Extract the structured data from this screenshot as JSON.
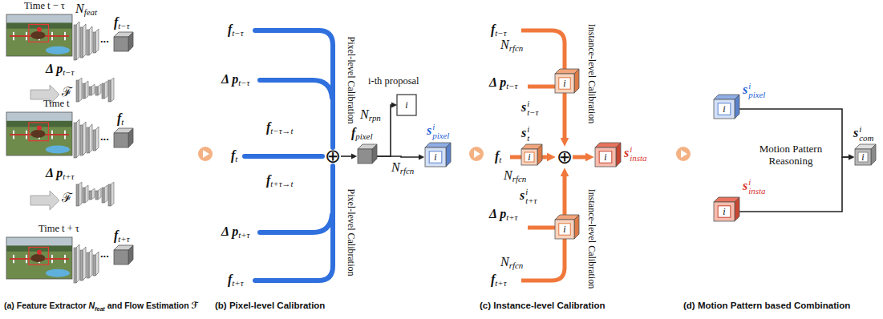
{
  "diagram": {
    "nodes": [
      {
        "text": [
          "Time t − τ"
        ]
      },
      {
        "text": [
          "Nfeat"
        ]
      },
      {
        "text": [
          "ft−τ"
        ]
      },
      {
        "text": [
          "Δ pt−τ"
        ]
      },
      {
        "text": [
          "Time t"
        ]
      },
      {
        "text": [
          "ft"
        ]
      },
      {
        "text": [
          "Δ pt+τ"
        ]
      },
      {
        "text": [
          "Time t + τ"
        ]
      },
      {
        "text": [
          "ft+τ"
        ]
      },
      {
        "text": [
          "⊕"
        ]
      },
      {
        "text": [
          "fpixel"
        ]
      },
      {
        "text": [
          "i-th proposal",
          "i"
        ]
      },
      {
        "text": [
          "sipixel",
          "i"
        ]
      },
      {
        "text": [
          "i",
          "sit−τ"
        ]
      },
      {
        "text": [
          "sit",
          "i"
        ]
      },
      {
        "text": [
          "⊕"
        ]
      },
      {
        "text": [
          "i",
          "siinsta"
        ]
      },
      {
        "text": [
          "sit+τ",
          "i"
        ]
      },
      {
        "text": [
          "sipixel",
          "i"
        ]
      },
      {
        "text": [
          "siinsta",
          "i"
        ]
      },
      {
        "text": [
          "sicom",
          "i"
        ]
      }
    ],
    "edges": [
      {
        "from": 9,
        "to": 10,
        "arrow": "to"
      },
      {
        "from": 10,
        "to": 11,
        "label": "Nrpn",
        "arrow": "to"
      },
      {
        "from": 10,
        "to": 12,
        "label": "Nrfcn",
        "arrow": "to"
      },
      {
        "from": 13,
        "to": 15,
        "arrow": "to"
      },
      {
        "from": 14,
        "to": 15,
        "arrow": "to"
      },
      {
        "from": 17,
        "to": 15,
        "arrow": "to"
      },
      {
        "from": 15,
        "to": 16,
        "arrow": "to"
      },
      {
        "from": 18,
        "to": 20,
        "arrow": "to"
      },
      {
        "from": 19,
        "to": 20,
        "arrow": "to"
      }
    ],
    "labels": [
      "...",
      "ℱ",
      "...",
      "ℱ",
      "...",
      "ft−τ",
      "Δ pt−τ",
      "Pixel-level Calibration",
      "ft−τ→t",
      "ft",
      "ft+τ→t",
      "Pixel-level Calibration",
      "Δ pt+τ",
      "ft+τ",
      "ft−τ",
      "Nrfcn",
      "Δ pt−τ",
      "Instance-level Calibration",
      "ft",
      "Nrfcn",
      "Δ pt+τ",
      "Nrfcn",
      "ft+τ",
      "Instance-level Calibration",
      "Motion Pattern Reasoning",
      "(a) Feature Extractor Nfeat and Flow Estimation ℱ",
      "(b) Pixel-level Calibration",
      "(c) Instance-level Calibration",
      "(d) Motion Pattern based Combination"
    ]
  }
}
